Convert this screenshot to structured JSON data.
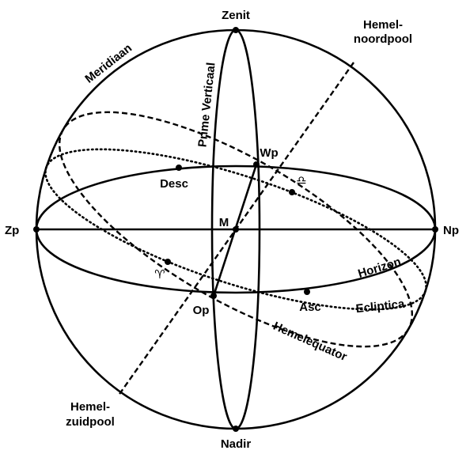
{
  "labels": {
    "zenit": "Zenit",
    "nadir": "Nadir",
    "zp": "Zp",
    "np": "Np",
    "meridiaan": "Meridiaan",
    "prime_verticaal": "Prime Verticaal",
    "hemelnoordpool_1": "Hemel-",
    "hemelnoordpool_2": "noordpool",
    "hemelzuidpool_1": "Hemel-",
    "hemelzuidpool_2": "zuidpool",
    "wp": "Wp",
    "op": "Op",
    "m": "M",
    "desc": "Desc",
    "asc": "Asc",
    "horizon": "Horizon",
    "ecliptica": "Ecliptica",
    "hemelequator": "Hemelequator",
    "aries": "♈",
    "libra": "♎"
  }
}
